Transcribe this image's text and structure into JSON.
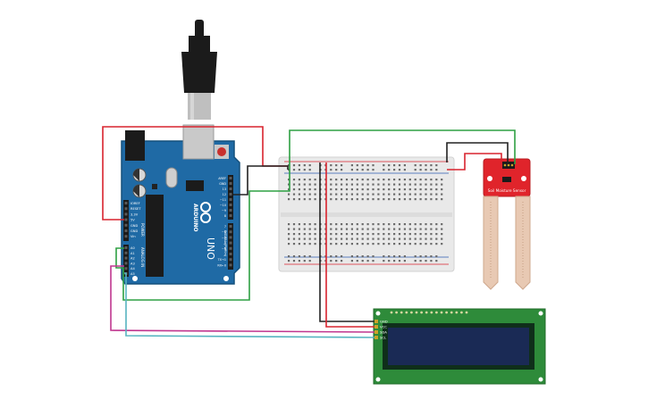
{
  "arduino": {
    "brand": "ARDUINO",
    "model": "UNO",
    "power_header": [
      "IOREF",
      "RESET",
      "3.3V",
      "5V",
      "GND",
      "GND",
      "Vin"
    ],
    "analog_header": [
      "A0",
      "A1",
      "A2",
      "A3",
      "A4",
      "A5"
    ],
    "power_label": "POWER",
    "analog_label": "ANALOG IN",
    "digital_label": "DIGITAL (PWM~)",
    "digital_top": [
      "AREF",
      "GND",
      "13",
      "12",
      "~11",
      "~10",
      "~9",
      "8"
    ],
    "digital_bottom": [
      "7",
      "~6",
      "~5",
      "4",
      "~3",
      "2",
      "TX→1",
      "RX←0"
    ]
  },
  "lcd": {
    "pins": [
      "GND",
      "VCC",
      "SDA",
      "SCL"
    ]
  },
  "sensor": {
    "label": "Soil Moisture Sensor"
  },
  "colors": {
    "board_blue": "#1f6aa5",
    "board_dark": "#17527f",
    "lcd_pcb": "#2e8b3a",
    "lcd_screen": "#1a2a55",
    "sensor_red": "#e0242b",
    "wire_red": "#d9232e",
    "wire_green": "#2ea043",
    "wire_black": "#222222",
    "wire_magenta": "#c0368f",
    "wire_cyan": "#56b4c0",
    "breadboard": "#e9e9e9"
  }
}
